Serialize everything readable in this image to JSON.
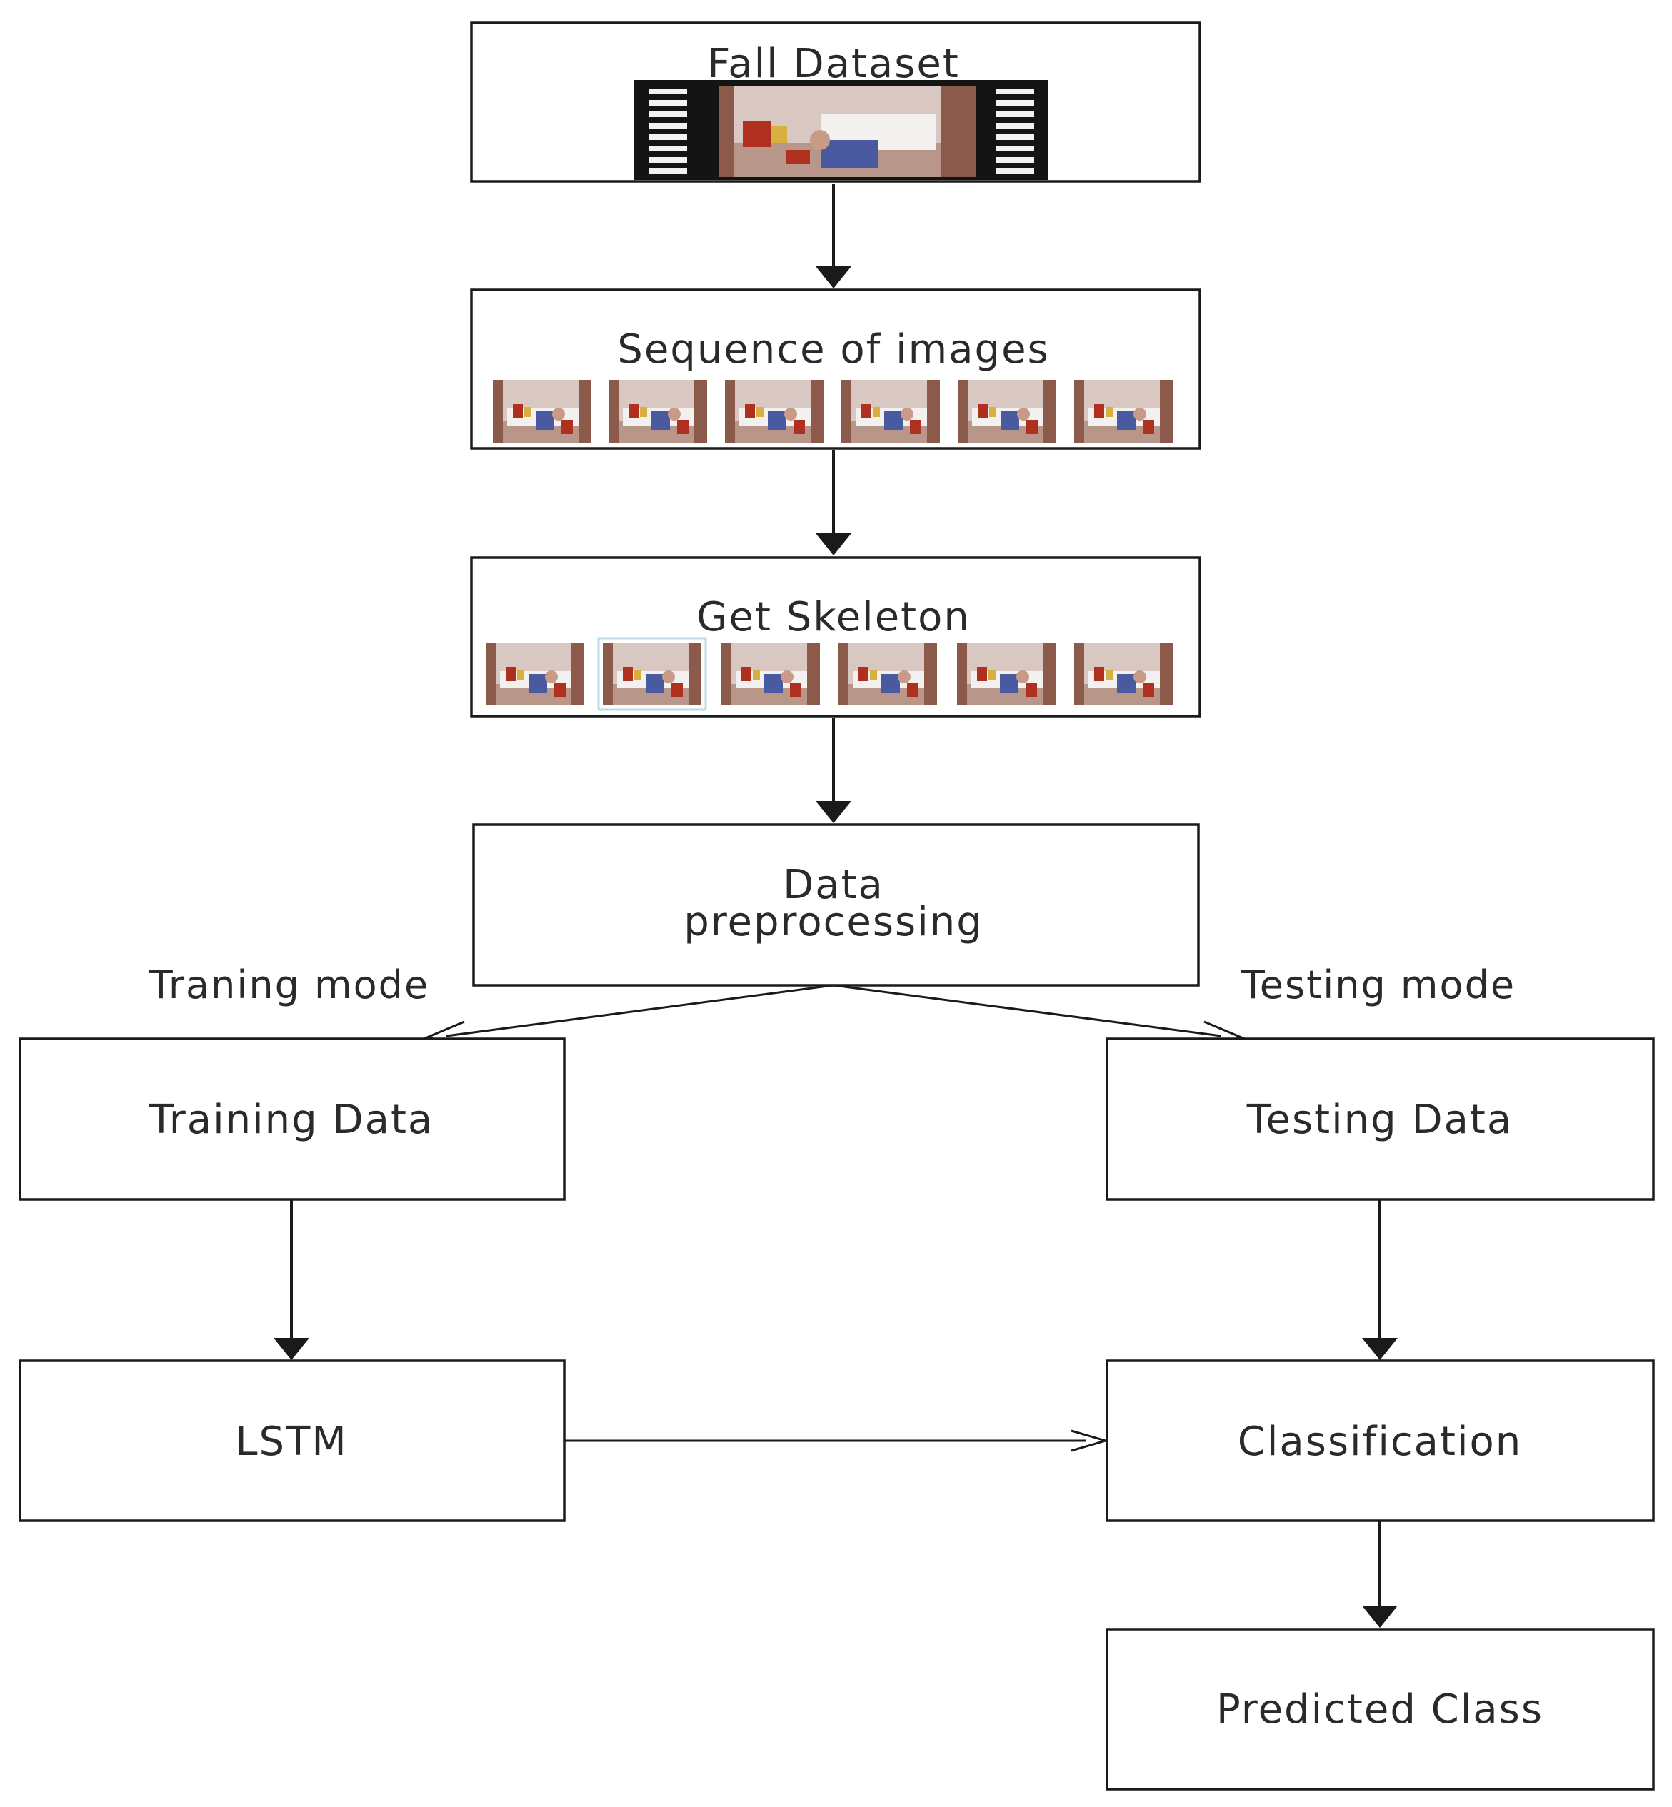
{
  "nodes": {
    "fall_dataset": {
      "label": "Fall Dataset"
    },
    "sequence_images": {
      "label": "Sequence of images"
    },
    "get_skeleton": {
      "label": "Get Skeleton"
    },
    "data_preprocessing": {
      "label_line1": "Data",
      "label_line2": "preprocessing"
    },
    "training_data": {
      "label": "Training Data"
    },
    "testing_data": {
      "label": "Testing Data"
    },
    "lstm": {
      "label": "LSTM"
    },
    "classification": {
      "label": "Classification"
    },
    "predicted_class": {
      "label": "Predicted Class"
    }
  },
  "edge_labels": {
    "training_mode": "Traning mode",
    "testing_mode": "Testing mode"
  },
  "colors": {
    "stroke": "#1a1a1a",
    "text": "#2a2a2a",
    "background": "#ffffff",
    "skeleton_highlight": "#bcd9ea"
  },
  "icons": {
    "film_strip": "film-strip-icon",
    "frame_thumbnail": "frame-thumbnail-icon"
  }
}
